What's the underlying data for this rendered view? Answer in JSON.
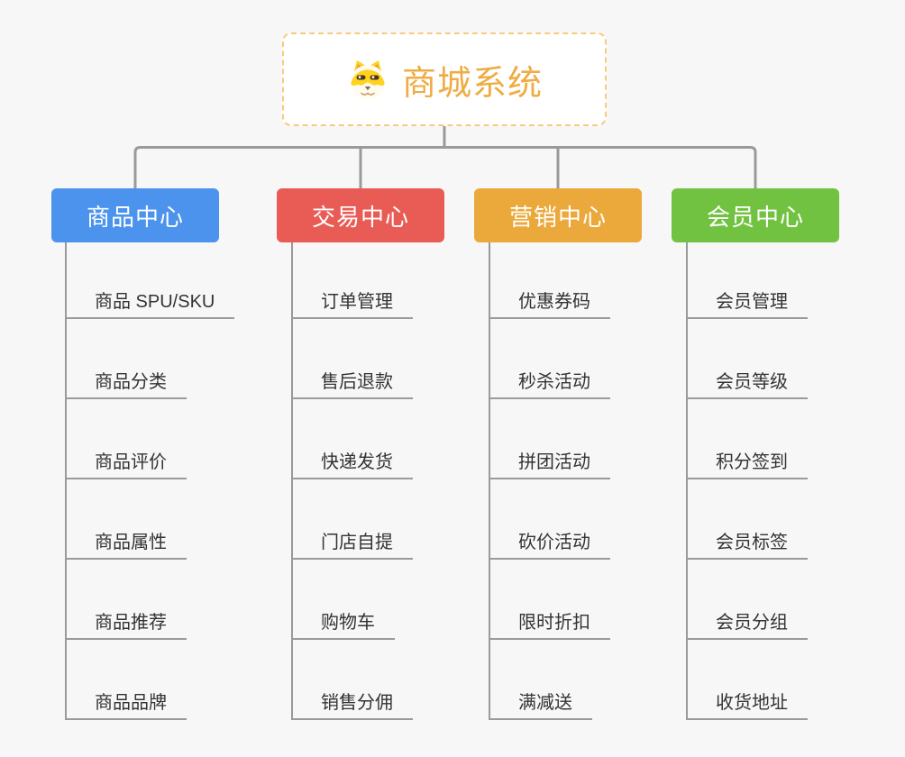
{
  "diagram": {
    "type": "mindmap-org-tree",
    "background": "#F7F7F7",
    "connector_color": "#9A9A9A",
    "leaf_underline_color": "#9A9A9A",
    "leaf_text_color": "#333333",
    "root": {
      "label": "商城系统",
      "text_color": "#EFAC44",
      "border_color": "#F8CB7E",
      "fill": "#FFFFFF",
      "icon": "dog-face-icon"
    },
    "branches": [
      {
        "id": "product-center",
        "label": "商品中心",
        "color": "#4B93EC",
        "children": [
          "商品 SPU/SKU",
          "商品分类",
          "商品评价",
          "商品属性",
          "商品推荐",
          "商品品牌"
        ]
      },
      {
        "id": "trade-center",
        "label": "交易中心",
        "color": "#E95C55",
        "children": [
          "订单管理",
          "售后退款",
          "快递发货",
          "门店自提",
          "购物车",
          "销售分佣"
        ]
      },
      {
        "id": "marketing-center",
        "label": "营销中心",
        "color": "#EBA93C",
        "children": [
          "优惠券码",
          "秒杀活动",
          "拼团活动",
          "砍价活动",
          "限时折扣",
          "满减送"
        ]
      },
      {
        "id": "member-center",
        "label": "会员中心",
        "color": "#72C242",
        "children": [
          "会员管理",
          "会员等级",
          "积分签到",
          "会员标签",
          "会员分组",
          "收货地址"
        ]
      }
    ]
  }
}
